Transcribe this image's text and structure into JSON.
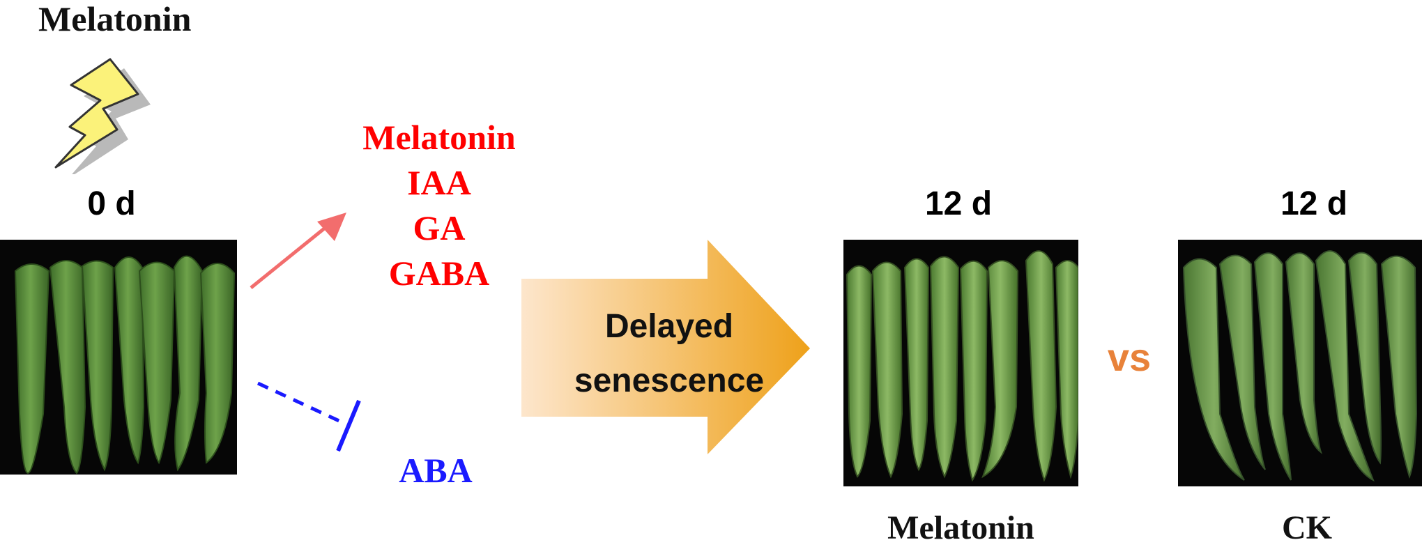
{
  "treatment_title": "Melatonin",
  "days": {
    "initial": "0 d",
    "treated": "12 d",
    "control": "12 d"
  },
  "upregulated": [
    "Melatonin",
    "IAA",
    "GA",
    "GABA"
  ],
  "downregulated": "ABA",
  "arrow_text": {
    "line1": "Delayed",
    "line2": "senescence"
  },
  "comparison": "vs",
  "groups": {
    "treated": "Melatonin",
    "control": "CK"
  },
  "colors": {
    "up": "#ff0000",
    "down": "#1a1aff",
    "up_arrow": "#f26d6d",
    "big_arrow_from": "#fde6cc",
    "big_arrow_to": "#eea11a",
    "vs": "#e8823a",
    "lightning": "#fbf27a"
  }
}
